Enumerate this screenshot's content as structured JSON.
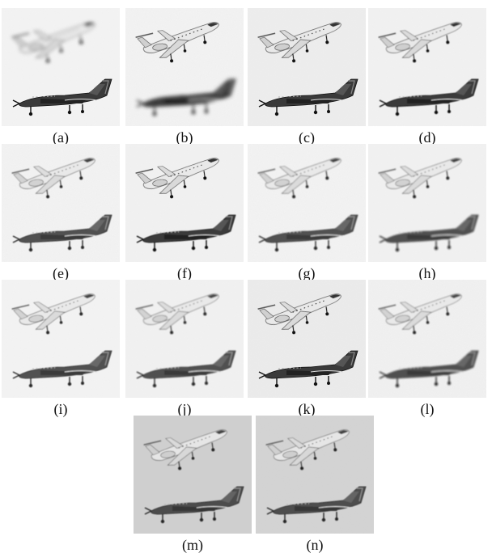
{
  "figure": {
    "panels": [
      {
        "label": "(a)",
        "top_blur": 2.2,
        "bottom_blur": 0,
        "bg": "#f4f4f4",
        "contrast": 1.0
      },
      {
        "label": "(b)",
        "top_blur": 0,
        "bottom_blur": 2.4,
        "bg": "#f3f3f3",
        "contrast": 1.0
      },
      {
        "label": "(c)",
        "top_blur": 0,
        "bottom_blur": 0,
        "bg": "#eeeeee",
        "contrast": 1.05
      },
      {
        "label": "(d)",
        "top_blur": 0.4,
        "bottom_blur": 0.4,
        "bg": "#f2f2f2",
        "contrast": 1.0
      },
      {
        "label": "(e)",
        "top_blur": 0.4,
        "bottom_blur": 0.6,
        "bg": "#f3f3f3",
        "contrast": 0.95
      },
      {
        "label": "(f)",
        "top_blur": 0.3,
        "bottom_blur": 0.5,
        "bg": "#f2f2f2",
        "contrast": 1.0
      },
      {
        "label": "(g)",
        "top_blur": 0.8,
        "bottom_blur": 0.8,
        "bg": "#f3f3f3",
        "contrast": 0.9
      },
      {
        "label": "(h)",
        "top_blur": 0.9,
        "bottom_blur": 1.0,
        "bg": "#f2f2f2",
        "contrast": 0.9
      },
      {
        "label": "(i)",
        "top_blur": 0.5,
        "bottom_blur": 0.6,
        "bg": "#f4f4f4",
        "contrast": 0.95
      },
      {
        "label": "(j)",
        "top_blur": 0.7,
        "bottom_blur": 0.7,
        "bg": "#f2f2f2",
        "contrast": 0.85
      },
      {
        "label": "(k)",
        "top_blur": 0,
        "bottom_blur": 0,
        "bg": "#ececec",
        "contrast": 1.05
      },
      {
        "label": "(l)",
        "top_blur": 0.9,
        "bottom_blur": 1.0,
        "bg": "#f1f1f1",
        "contrast": 0.9
      },
      {
        "label": "(m)",
        "top_blur": 0.6,
        "bottom_blur": 0.6,
        "bg": "#cfcfcf",
        "contrast": 0.85
      },
      {
        "label": "(n)",
        "top_blur": 0.6,
        "bottom_blur": 0.6,
        "bg": "#d3d3d3",
        "contrast": 0.85
      }
    ]
  }
}
